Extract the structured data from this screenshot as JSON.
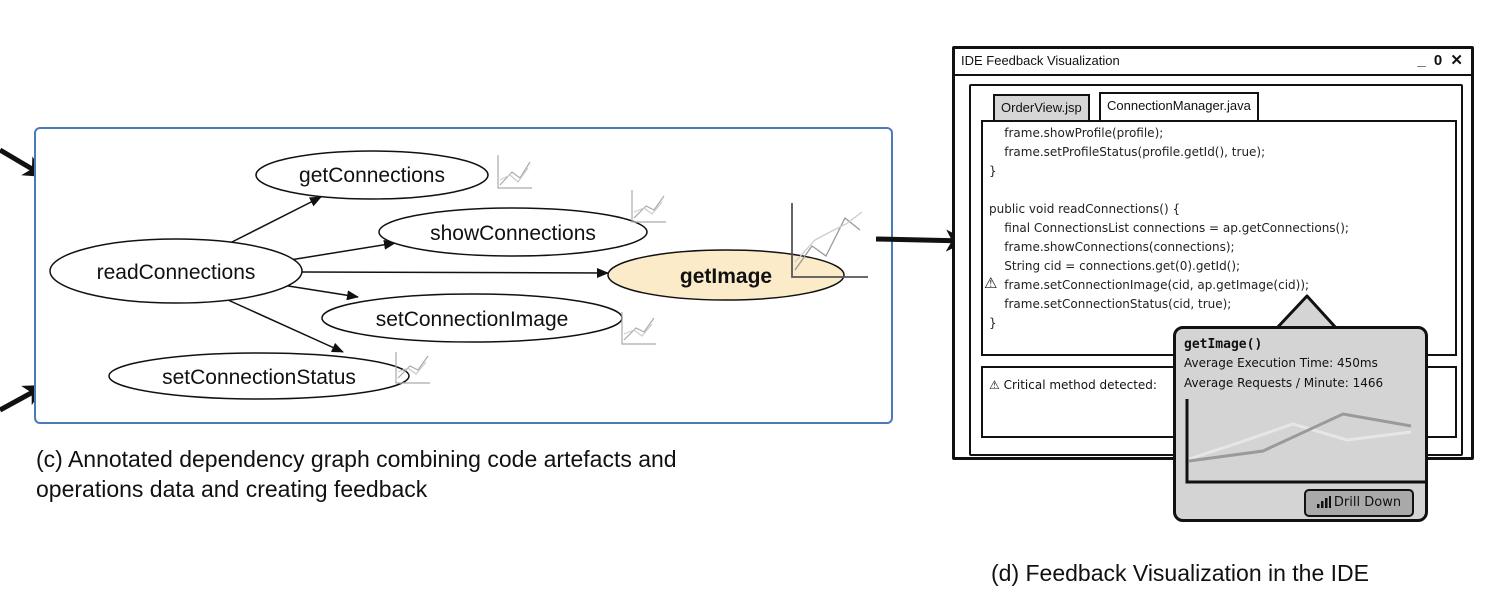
{
  "graph": {
    "nodes": [
      {
        "id": "readConnections",
        "label": "readConnections",
        "highlight": false
      },
      {
        "id": "getConnections",
        "label": "getConnections",
        "highlight": false
      },
      {
        "id": "showConnections",
        "label": "showConnections",
        "highlight": false
      },
      {
        "id": "getImage",
        "label": "getImage",
        "highlight": true
      },
      {
        "id": "setConnectionImage",
        "label": "setConnectionImage",
        "highlight": false
      },
      {
        "id": "setConnectionStatus",
        "label": "setConnectionStatus",
        "highlight": false
      }
    ],
    "edges": [
      {
        "from": "readConnections",
        "to": "getConnections"
      },
      {
        "from": "readConnections",
        "to": "showConnections"
      },
      {
        "from": "readConnections",
        "to": "getImage"
      },
      {
        "from": "readConnections",
        "to": "setConnectionImage"
      },
      {
        "from": "readConnections",
        "to": "setConnectionStatus"
      }
    ],
    "colors": {
      "frame": "#4a7ab8",
      "highlight": "#fbebc8",
      "sparkline": "#aaaaaa"
    }
  },
  "captions": {
    "left_line1": "(c) Annotated dependency graph combining code artefacts and",
    "left_line2": "operations data and creating feedback",
    "right": "(d) Feedback Visualization in the IDE"
  },
  "ide": {
    "window_title": "IDE Feedback Visualization",
    "window_controls": "_ 0 ✕",
    "tabs": [
      {
        "label": "OrderView.jsp",
        "active": false
      },
      {
        "label": "ConnectionManager.java",
        "active": true
      }
    ],
    "code_lines": [
      "    frame.showProfile(profile);",
      "    frame.setProfileStatus(profile.getId(), true);",
      "}",
      "",
      "public void readConnections() {",
      "    final ConnectionsList connections = ap.getConnections();",
      "    frame.showConnections(connections);",
      "    String cid = connections.get(0).getId();",
      "    frame.setConnectionImage(cid, ap.getImage(cid));",
      "    frame.setConnectionStatus(cid, true);",
      "}"
    ],
    "warning_icon": "⚠",
    "status_text": "⚠ Critical method detected:",
    "tooltip": {
      "title": "getImage()",
      "exec_time": "Average Execution Time: 450ms",
      "requests": "Average Requests / Minute: 1466",
      "drill_label": "Drill Down",
      "drill_icon": "bar-chart-icon"
    }
  }
}
